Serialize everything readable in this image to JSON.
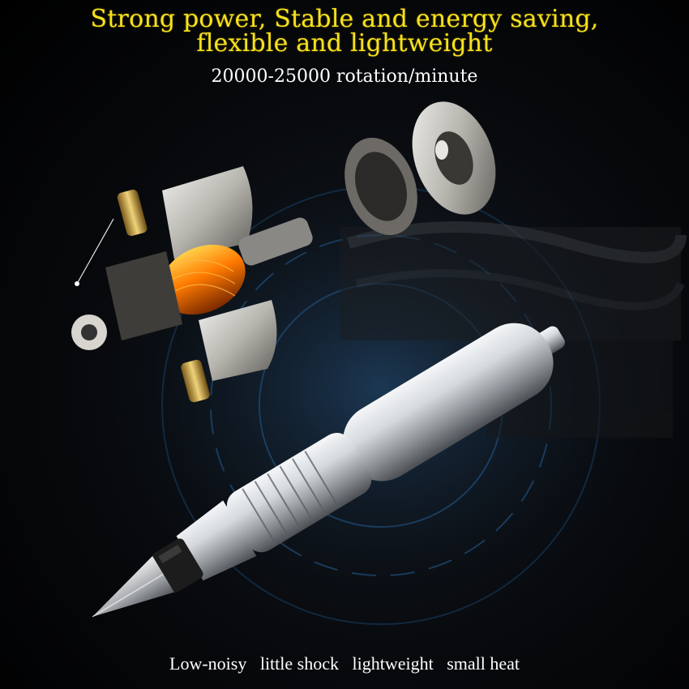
{
  "headline": {
    "line1": "Strong power, Stable and energy saving,",
    "line2": "flexible and lightweight"
  },
  "spec": {
    "speed": "20000-25000 rotation/minute"
  },
  "features": {
    "text": "Low-noisy   little shock   lightweight   small heat"
  },
  "colors": {
    "headline": "#f7e21b",
    "body_text": "#ffffff",
    "background": "#000000",
    "coil": "#ff7a00",
    "metal": "#c8ccd0"
  },
  "illustration": {
    "subject": "exploded-motor-and-aluminum-tattoo-pen"
  }
}
